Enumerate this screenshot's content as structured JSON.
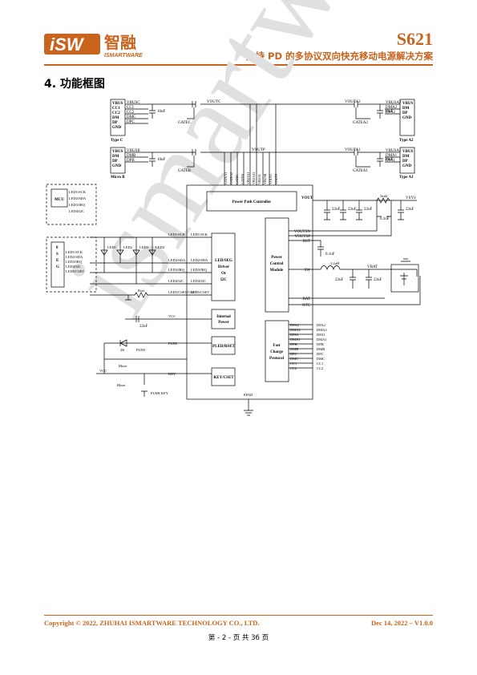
{
  "header": {
    "logo_text": "iSW",
    "logo_cn": "智融",
    "logo_sub": "ISMARTWARE",
    "chip": "S621",
    "subtitle": "支持 PD 的多协议双向快充移动电源解决方案"
  },
  "section": {
    "title": "4. 功能框图"
  },
  "watermark": "ismartware",
  "footer": {
    "copyright": "Copyright © 2022, ZHUHAI ISMARTWARE TECHNOLOGY CO., LTD.",
    "date": "Dec 14, 2022 – V1.0.0",
    "page": "第 - 2 - 页 共 36 页"
  },
  "colors": {
    "brand": "#c8641e",
    "line": "#000000",
    "watermark": "#e0e0e0"
  },
  "diagram": {
    "connectors": {
      "typec": {
        "pins": [
          "VBUS",
          "CC1",
          "CC2",
          "DM",
          "DP",
          "GND"
        ],
        "name": "Type C"
      },
      "micro": {
        "pins": [
          "VBUS",
          "DM",
          "DP",
          "GND"
        ],
        "name": "Micro B"
      },
      "a2": {
        "pins": [
          "VBUS",
          "DM",
          "DP",
          "GND"
        ],
        "name": "Type A2"
      },
      "a1": {
        "pins": [
          "VBUS",
          "DM",
          "DP",
          "GND"
        ],
        "name": "Type A1"
      }
    },
    "nets": {
      "typec": [
        "VBUSC",
        "CC1",
        "CC2",
        "DMC",
        "DPC"
      ],
      "micro": [
        "VBUSB",
        "DMB",
        "DPB"
      ],
      "a2": [
        "VBUSA2",
        "DMA2",
        "DPA2"
      ],
      "a1": [
        "VBUSA1",
        "DMA1",
        "DPA1"
      ]
    },
    "rails": {
      "voutc": "VOUTC",
      "voutp": "VOUTP",
      "vouta2": "VOUTA2",
      "vouta1": "VOUTA1"
    },
    "gates": {
      "c": "GATEC",
      "b": "GATEB",
      "a2": "GATEA2",
      "a1": "GATEA1"
    },
    "caps": {
      "c1": "10uF",
      "c2": "10uF",
      "c3": "10uF",
      "c4": "10uF",
      "bulk": "22uF",
      "bat": "22uF",
      "vcc": "22uF",
      "sns": "0.1uF",
      "bst": "0.1uF"
    },
    "top_pins": [
      "GATEA1",
      "GATEA2",
      "GATEC",
      "GATEB",
      "VBUSA1",
      "VBUSA2",
      "VBUSC",
      "VBUSB",
      "VOUTC",
      "VOUTP"
    ],
    "blocks": {
      "ppc": "Power Path Controller",
      "pcm": [
        "Power",
        "Control",
        "Module"
      ],
      "drv": [
        "LED/SEG",
        "Driver",
        "Or",
        "I2C"
      ],
      "ipw": [
        "Internal",
        "Power"
      ],
      "pled": "PLED/RSET",
      "key": "KEY/CSET",
      "fcp": [
        "Fast",
        "Charge",
        "Protocol"
      ]
    },
    "pcm_pins": [
      "VOUTSN",
      "VOUTSP",
      "BST",
      "SW",
      "BAT",
      "NTC"
    ],
    "out_labels": {
      "vout": "VOUT",
      "vbat": "VBAT",
      "vsys": "VSYS"
    },
    "left_pins": [
      "LED1/SCK",
      "LED2/SDA",
      "LED3/IRQ",
      "LED4/I2C",
      "LED5/CSET/CSET"
    ],
    "drv_pins": [
      "LED1/SCK",
      "LED2/SDA",
      "LED3/IRQ",
      "LED4/I2C",
      "LED5/CSET"
    ],
    "mcu": {
      "name": "MCU",
      "pins": [
        "LED1/SCK",
        "LED2/SDA",
        "LED3/IRQ",
        "LED4/I2C"
      ]
    },
    "seg": {
      "name": "8SEG",
      "pins": [
        "LED1/SCK",
        "LED2/SDA",
        "LED3/IRQ",
        "LED4/I2C",
        "LED5/CSET"
      ]
    },
    "leds": [
      "LED1",
      "LED2",
      "LED3",
      "LED4"
    ],
    "misc": {
      "rset": "Rset",
      "vcc": "VCC",
      "pled": "PLED",
      "r2k": "2K",
      "rkset": "Rkset",
      "key": "KEY",
      "pulse": "PUSH KEY",
      "ind": "2.2uH",
      "rsns": "5mΩ",
      "pgnd": "EPAD"
    },
    "fcp_pins_in": [
      "DPA2",
      "DMA2",
      "DPA1",
      "DMA1",
      "DPB",
      "DMB",
      "DPC",
      "DMC",
      "CC1",
      "CC2"
    ],
    "fcp_pins_out": [
      "DPA2",
      "DMA2",
      "DPA1",
      "DMA1",
      "DPB",
      "DMB",
      "DPC",
      "DMC",
      "CC1",
      "CC2"
    ]
  }
}
